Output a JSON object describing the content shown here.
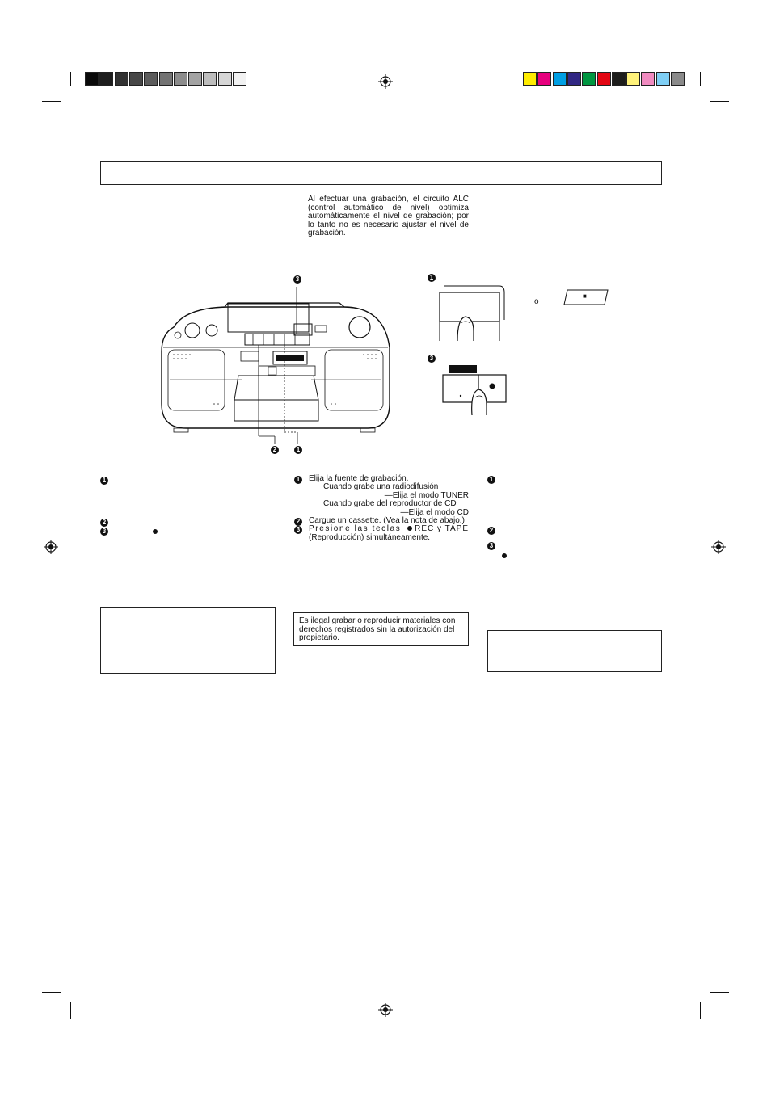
{
  "intro_text": "Al efectuar una grabación, el circuito ALC (control automático de nivel) optimiza automáticamente el nivel de grabación; por lo tanto no es necesario ajustar el nivel de grabación.",
  "diagram": {
    "callout_top": "3",
    "callout_bottom_left": "2",
    "callout_bottom_right": "1"
  },
  "illustrations": {
    "step1_marker": "1",
    "step3_marker": "3",
    "or_word": "o",
    "stop_glyph": "■"
  },
  "steps_left": {
    "markers": [
      "1",
      "2",
      "3"
    ]
  },
  "steps_center": {
    "step1_label": "Elija la fuente de grabación.",
    "step1_sub1": "Cuando grabe una radiodifusión",
    "step1_sub1_result": "—Elija el modo TUNER",
    "step1_sub2": "Cuando grabe del reproductor de CD",
    "step1_sub2_result": "—Elija el modo CD",
    "step2_label": "Cargue un cassette. (Vea la nota de abajo.)",
    "step3_label_a": "Presione las teclas",
    "step3_label_b": "REC y TAPE",
    "step3_label_c": "(Reproducción) simultáneamente.",
    "markers": [
      "1",
      "2",
      "3"
    ]
  },
  "steps_right": {
    "markers": [
      "1",
      "2",
      "3"
    ]
  },
  "notice_center": "Es ilegal grabar o reproducir materiales con derechos registrados sin la autorización del propietario.",
  "colors": {
    "grayscale": [
      "#0a0a0a",
      "#1e1e1e",
      "#323232",
      "#474747",
      "#5c5c5c",
      "#737373",
      "#8c8c8c",
      "#a3a3a3",
      "#bdbdbd",
      "#d6d6d6",
      "#f2f2f2"
    ],
    "process": [
      "#ffec00",
      "#e6007e",
      "#009fe3",
      "#312783",
      "#009640",
      "#e30613",
      "#1d1d1b",
      "#fff27a",
      "#f08bc0",
      "#7fcff5",
      "#8a8a8a"
    ]
  }
}
